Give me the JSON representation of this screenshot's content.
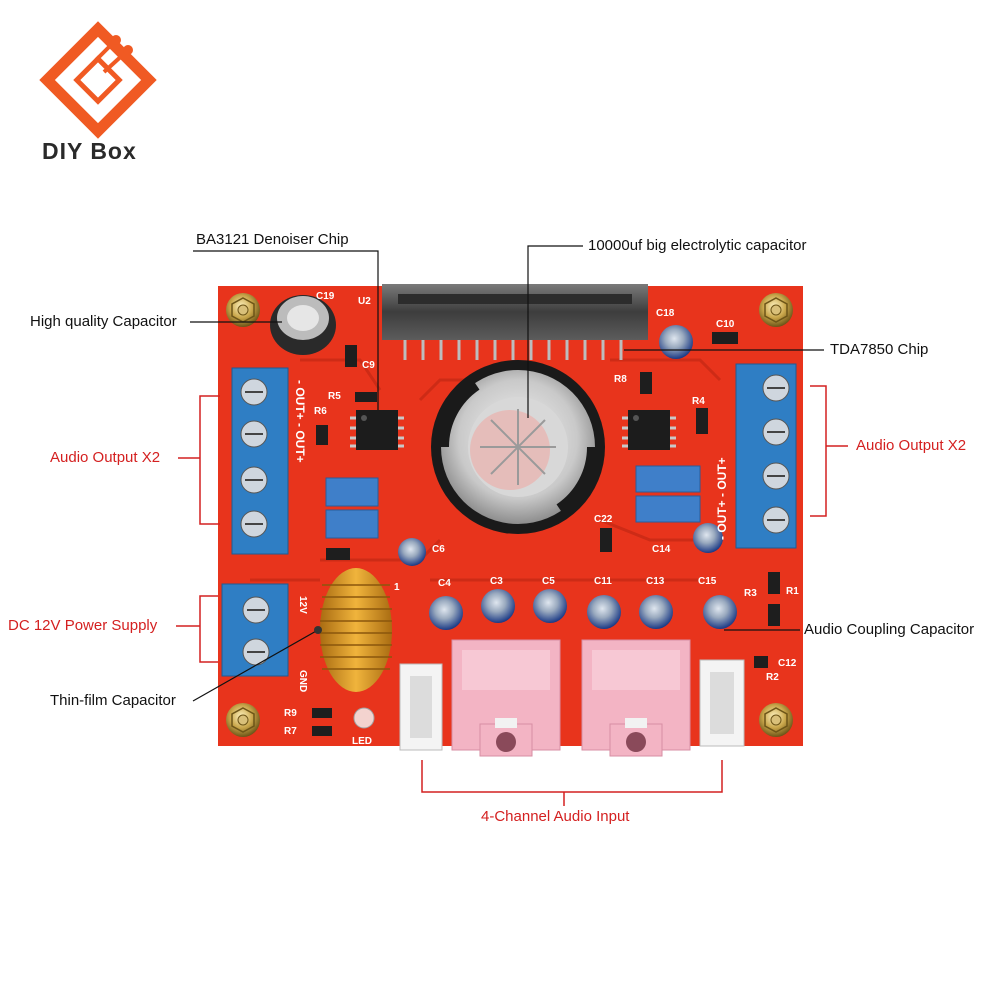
{
  "brand": {
    "name": "DIY Box",
    "color": "#f05a23"
  },
  "colors": {
    "board": "#e8341c",
    "annotation_red": "#d42020",
    "terminal_blue": "#2f7ec4"
  },
  "annotations": {
    "denoiser_chip": "BA3121 Denoiser Chip",
    "big_capacitor": "10000uf big electrolytic capacitor",
    "hq_capacitor": "High quality Capacitor",
    "tda_chip": "TDA7850 Chip",
    "audio_output_left": "Audio Output X2",
    "audio_output_right": "Audio Output X2",
    "dc_power": "DC 12V Power Supply",
    "coupling_capacitor": "Audio Coupling Capacitor",
    "thin_film_capacitor": "Thin-film Capacitor",
    "audio_input": "4-Channel Audio Input"
  },
  "silkscreen": {
    "c19": "C19",
    "u2": "U2",
    "c9": "C9",
    "r5": "R5",
    "r6": "R6",
    "c6": "C6",
    "c18": "C18",
    "c10": "C10",
    "r8": "R8",
    "r4": "R4",
    "c22": "C22",
    "c14": "C14",
    "c4": "C4",
    "c3": "C3",
    "c5": "C5",
    "c11": "C11",
    "c13": "C13",
    "c15": "C15",
    "r3": "R3",
    "r1": "R1",
    "c12": "C12",
    "r2": "R2",
    "r9": "R9",
    "r7": "R7",
    "led": "LED",
    "gnd": "GND",
    "v12": "12V",
    "out_left": "- OUT+  - OUT+",
    "out_right": "- OUT+  - OUT+",
    "one": "1"
  }
}
